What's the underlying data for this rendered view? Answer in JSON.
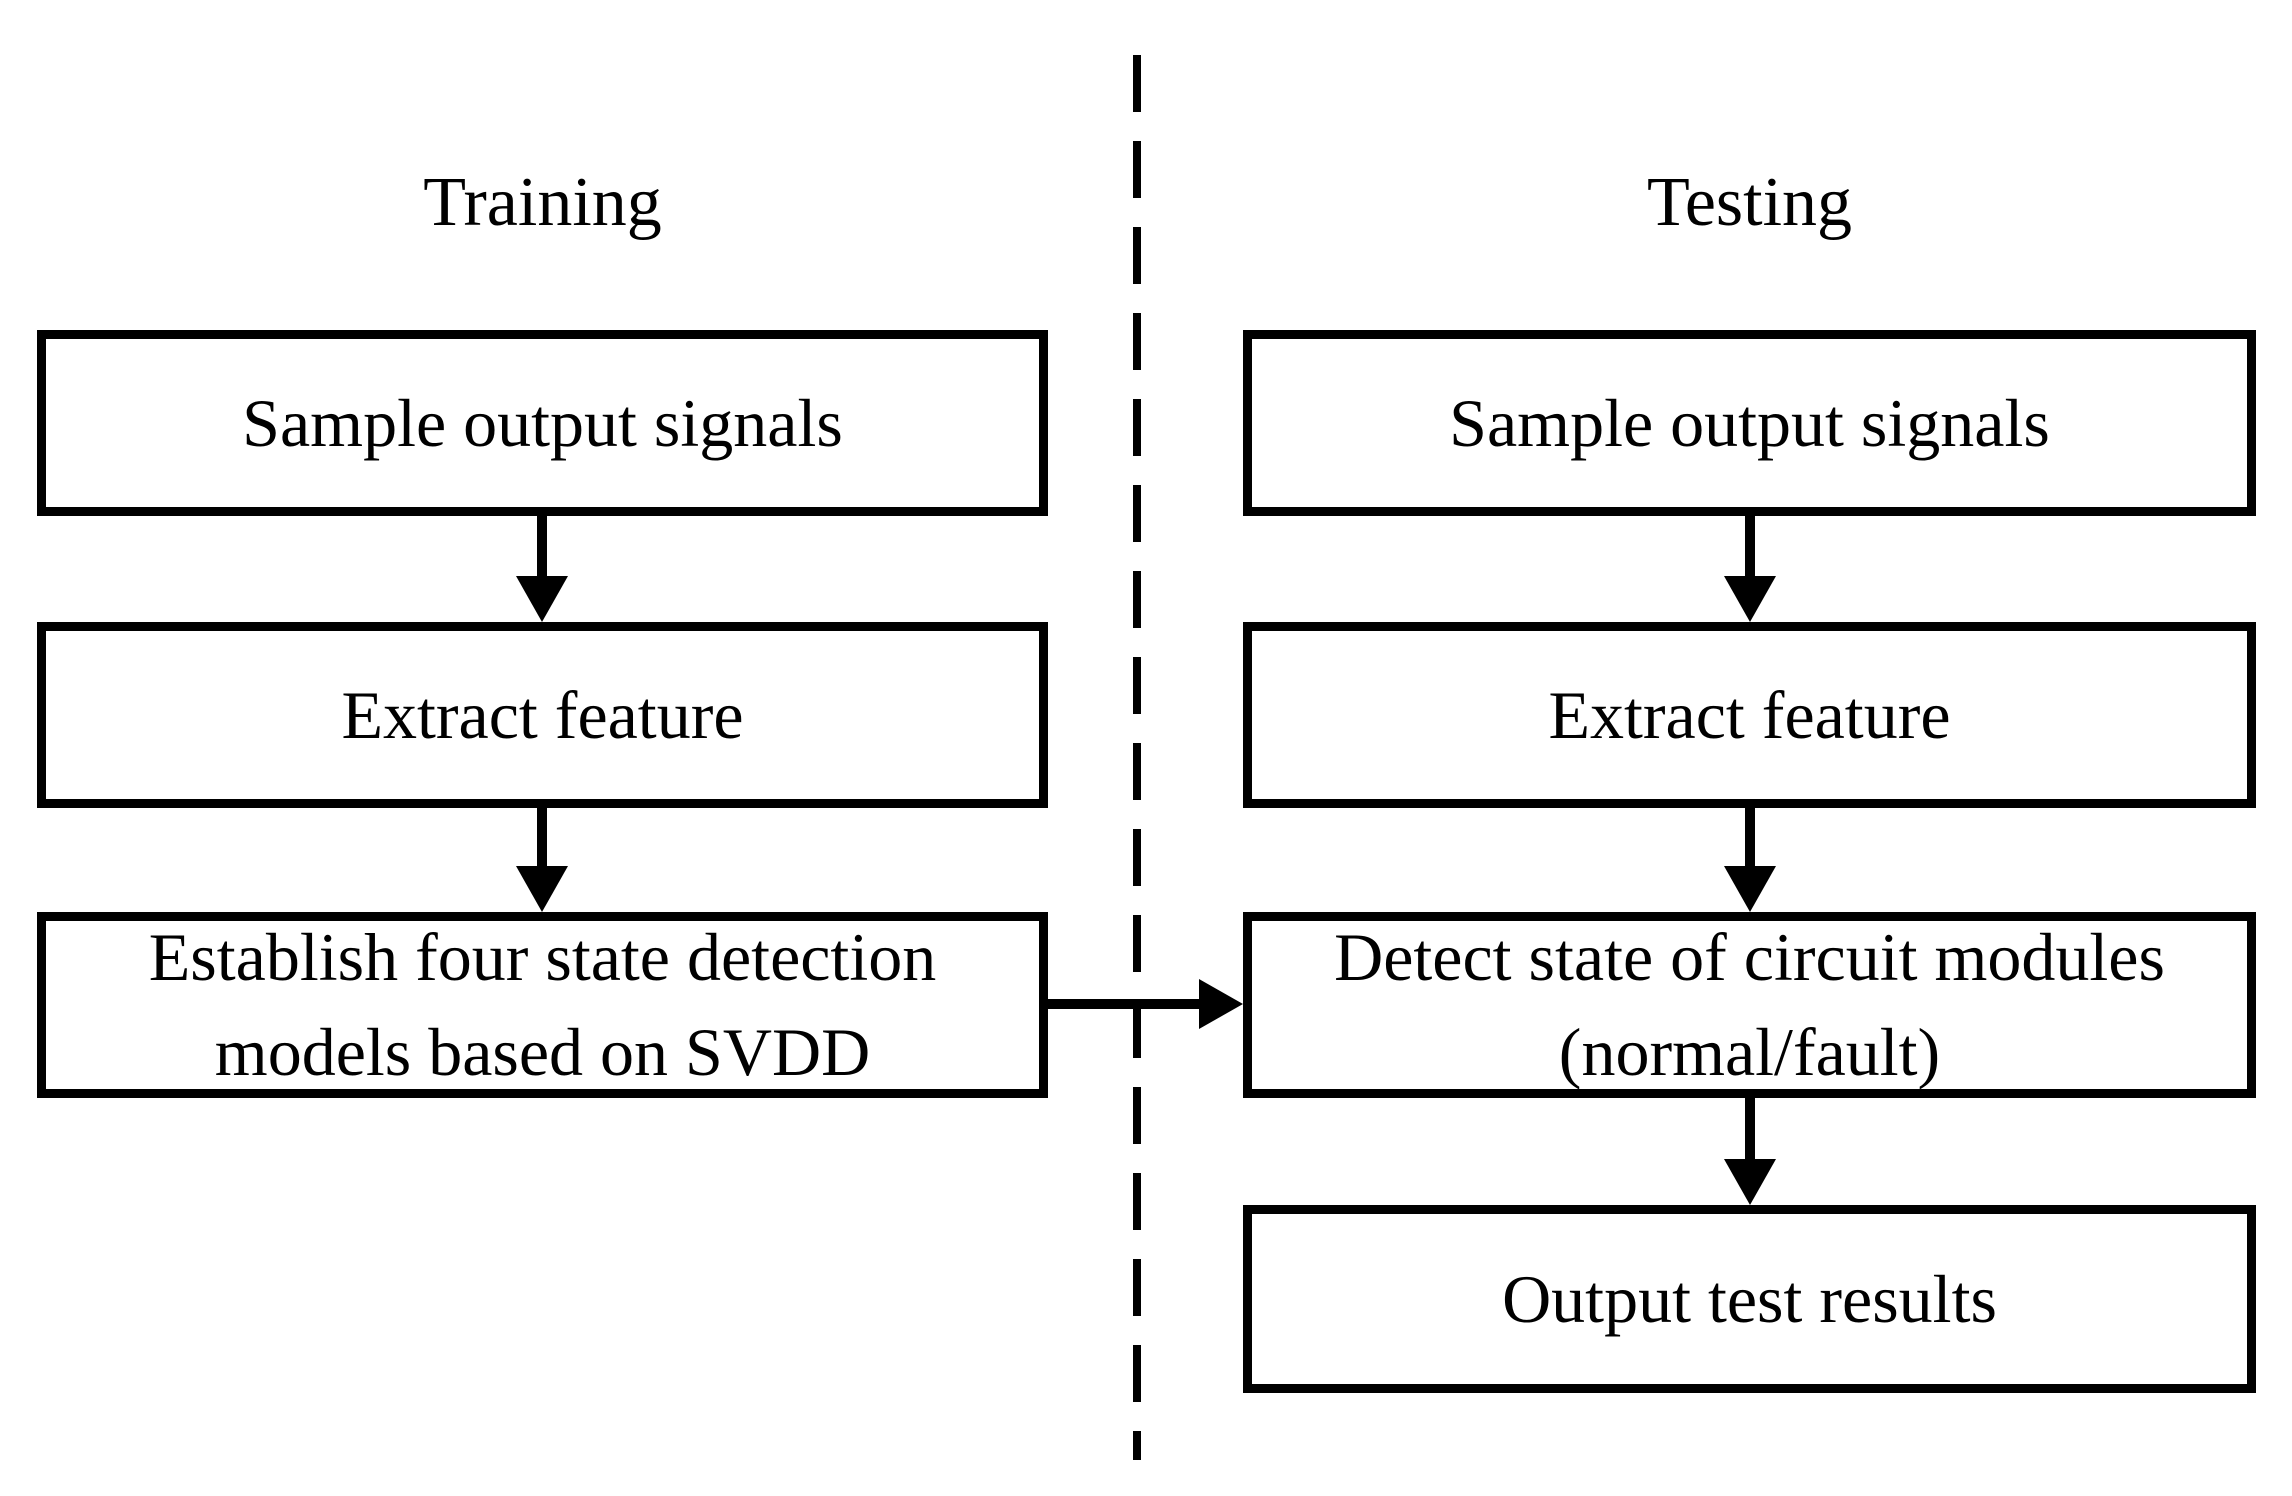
{
  "diagram": {
    "type": "flowchart",
    "colors": {
      "line": "#000000",
      "background": "#ffffff"
    },
    "training": {
      "title": "Training",
      "box1": "Sample output signals",
      "box2": "Extract feature",
      "box3_line1": "Establish four state detection",
      "box3_line2": "models based on SVDD"
    },
    "testing": {
      "title": "Testing",
      "box1": "Sample output signals",
      "box2": "Extract feature",
      "box3_line1": "Detect state of circuit modules",
      "box3_line2": "(normal/fault)",
      "box4": "Output test results"
    },
    "connections": [
      "training.box1 -> training.box2",
      "training.box2 -> training.box3",
      "training.box3 -> testing.box3",
      "testing.box1 -> testing.box2",
      "testing.box2 -> testing.box3",
      "testing.box3 -> testing.box4"
    ]
  }
}
